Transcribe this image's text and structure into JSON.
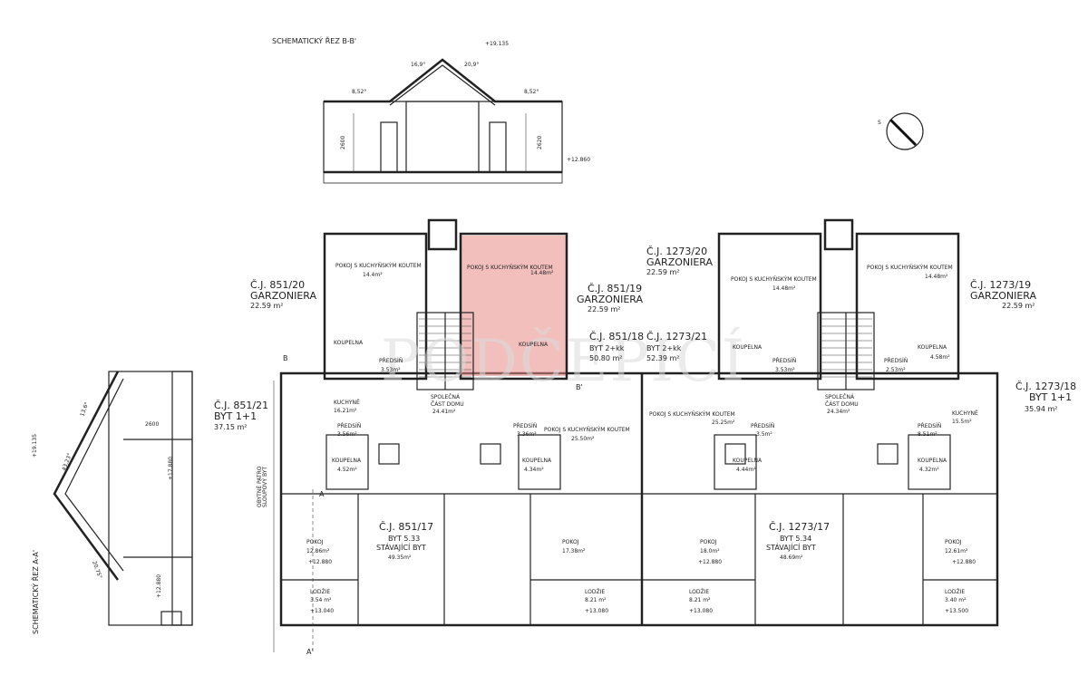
{
  "section_bb": {
    "title": "SCHEMATICKÝ ŘEZ B-B'",
    "top_level": "+19.135",
    "slope_center": "16,9°",
    "slope_right": "20,9°",
    "slope_left": "8,52°",
    "slope_far_right": "8,52°",
    "height_left": "2600",
    "height_right": "2620",
    "floor_level": "+12.860"
  },
  "section_aa": {
    "title": "SCHEMATICKÝ ŘEZ A-A'",
    "level_top": "+19.135",
    "angle1": "13,6°",
    "angle2": "43,23°",
    "angle3": "20,75°",
    "dim1": "2600",
    "level_mid": "+17.880",
    "level_bot": "+12.880",
    "wall_note": "SLOUPOVÝ BYT",
    "wall_note2": "OBYTNÉ PATRO",
    "marker_a": "A",
    "marker_a2": "A'"
  },
  "watermark": "PODČEPICÍ",
  "compass_label": "S",
  "units": [
    {
      "id": "cj_851_20",
      "title": "Č.J. 851/20",
      "type": "GARZONIERA",
      "area": "22.59 m²"
    },
    {
      "id": "cj_851_19",
      "title": "Č.J. 851/19",
      "type": "GARZONIERA",
      "area": "22.59 m²"
    },
    {
      "id": "cj_1273_20",
      "title": "Č.J. 1273/20",
      "type": "GARZONIERA",
      "area": "22.59 m²"
    },
    {
      "id": "cj_1273_19",
      "title": "Č.J. 1273/19",
      "type": "GARZONIERA",
      "area": "22.59 m²"
    },
    {
      "id": "cj_851_21",
      "title": "Č.J. 851/21",
      "type": "BYT 1+1",
      "area": "37.15 m²"
    },
    {
      "id": "cj_1273_18",
      "title": "Č.J. 1273/18",
      "type": "BYT 1+1",
      "area": "35.94 m²"
    },
    {
      "id": "cj_851_18",
      "title": "Č.J. 851/18",
      "type": "BYT 2+kk",
      "area": "50.80 m²"
    },
    {
      "id": "cj_1273_21",
      "title": "Č.J. 1273/21",
      "type": "BYT 2+kk",
      "area": "52.39 m²"
    },
    {
      "id": "cj_851_17",
      "title": "Č.J. 851/17",
      "type": "BYT 5.33",
      "sub": "STÁVAJÍCÍ BYT",
      "area": "49.35m²"
    },
    {
      "id": "cj_1273_17",
      "title": "Č.J. 1273/17",
      "type": "BYT 5.34",
      "sub": "STÁVAJÍCÍ BYT",
      "area": "48.69m²"
    }
  ],
  "rooms": {
    "pokoj_kuch": "POKOJ S KUCHYŇSKÝM KOUTEM",
    "a_14_4": "14.4m²",
    "a_14_48": "14.48m²",
    "koupelna": "KOUPELNA",
    "predsin": "PŘEDSÍŇ",
    "a_4_58": "4.58m²",
    "a_2_53": "2.53m²",
    "a_3_53": "3.53m²",
    "spolecna": "SPOLEČNÁ",
    "cast_domu": "ČÁST DOMU",
    "a_24_41": "24.41m²",
    "a_24_34": "24.34m²",
    "kuchyne": "KUCHYNĚ",
    "a_16_21": "16.21m²",
    "a_15_5": "15.5m²",
    "a_3_56": "3.56m²",
    "a_3_36": "3.36m²",
    "a_3_5": "3.5m²",
    "a_8_51": "8.51m²",
    "a_4_52": "4.52m²",
    "a_4_34": "4.34m²",
    "a_4_44": "4.44m²",
    "a_4_32": "4.32m²",
    "a_25_50": "25.50m²",
    "a_25_25": "25.25m²",
    "pokoj": "POKOJ",
    "a_12_86": "12.86m²",
    "a_17_38": "17.38m²",
    "a_18_0": "18.0m²",
    "a_12_61": "12.61m²",
    "lodzie": "LODŽIE",
    "a_3_54": "3.54 m²",
    "a_8_21": "8.21 m²",
    "a_8_21b": "8.21 m²",
    "a_3_40": "3.40 m²",
    "lvl_12_880": "+12.880",
    "lvl_13_040": "+13.040",
    "lvl_13_080": "+13.080",
    "lvl_13_500": "+13.500"
  },
  "highlight_color": "#e88a87",
  "markers": {
    "b": "B",
    "b2": "B'"
  }
}
